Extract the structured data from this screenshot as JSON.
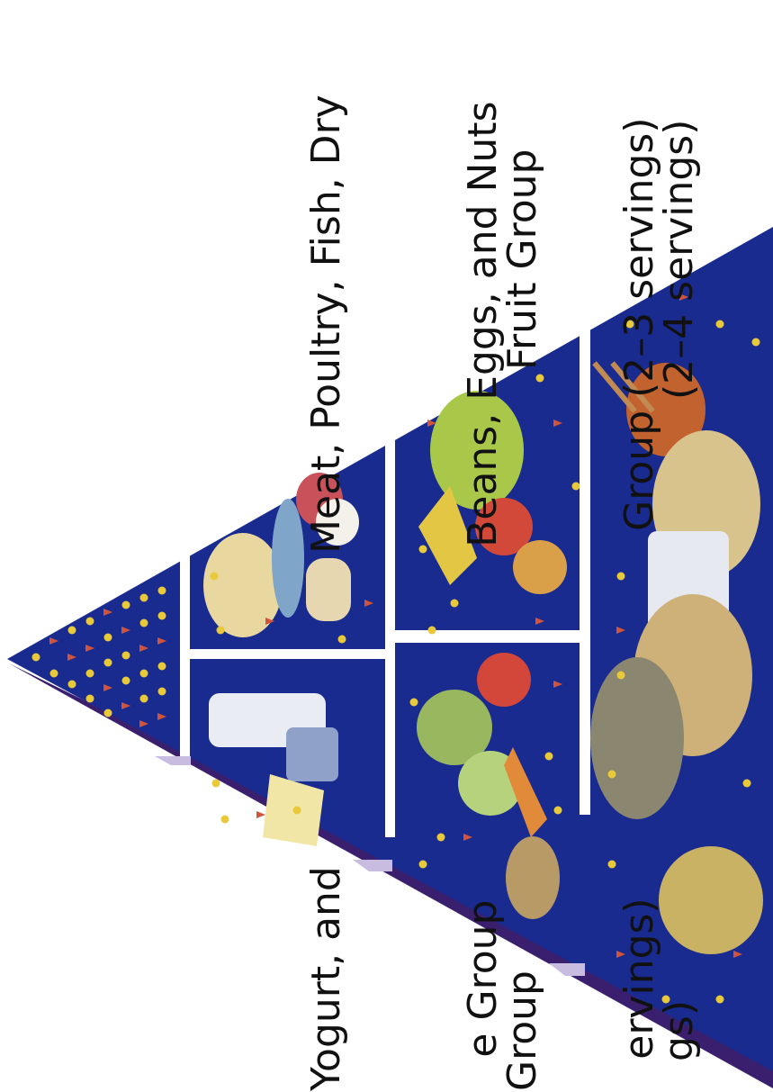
{
  "colors": {
    "panel": "#1a2b8f",
    "panel_shade": "#1e2f97",
    "shadow": "#3a1f6e",
    "divider": "#ffffff",
    "dot_yellow": "#e7c93a",
    "dot_red": "#d2543a",
    "label_text": "#111111"
  },
  "labels": {
    "meat": [
      "Meat, Poultry, Fish, Dry",
      "Beans, Eggs, and Nuts",
      "Group (2–3 servings)"
    ],
    "fruit": [
      "Fruit Group",
      "(2–4 servings)"
    ],
    "milk": [
      "Yogurt, and",
      "e Group",
      "ervings)"
    ],
    "vegetable": [
      "Group",
      "gs)"
    ]
  },
  "sections": [
    {
      "id": "fats-tip",
      "icon": "fats-oils-sweets-icon"
    },
    {
      "id": "milk",
      "icon": "milk-cheese-icon"
    },
    {
      "id": "meat",
      "icon": "meat-fish-icon"
    },
    {
      "id": "vegetable",
      "icon": "vegetables-icon"
    },
    {
      "id": "fruit",
      "icon": "fruit-icon"
    },
    {
      "id": "grain",
      "icon": "bread-cereal-pasta-icon"
    }
  ]
}
